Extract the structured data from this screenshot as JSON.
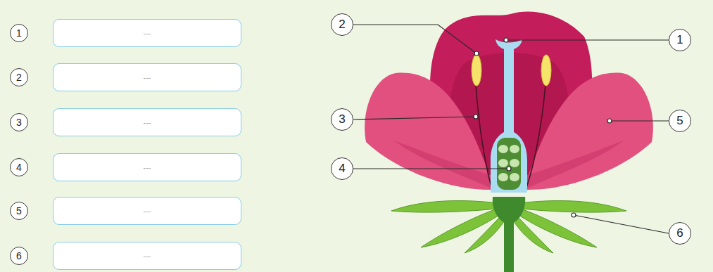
{
  "diagram": {
    "nodes": [
      {
        "text": [
          "1"
        ]
      },
      {
        "text": [
          "---"
        ]
      },
      {
        "text": [
          "2"
        ]
      },
      {
        "text": [
          "---"
        ]
      },
      {
        "text": [
          "3"
        ]
      },
      {
        "text": [
          "---"
        ]
      },
      {
        "text": [
          "4"
        ]
      },
      {
        "text": [
          "---"
        ]
      },
      {
        "text": [
          "5"
        ]
      },
      {
        "text": [
          "---"
        ]
      },
      {
        "text": [
          "6"
        ]
      },
      {
        "text": [
          "---"
        ]
      },
      {
        "text": [
          "2"
        ]
      },
      {
        "text": [
          "1"
        ]
      },
      {
        "text": [
          "3"
        ]
      },
      {
        "text": [
          "5"
        ]
      },
      {
        "text": [
          "4"
        ]
      },
      {
        "text": [
          "6"
        ]
      }
    ]
  }
}
